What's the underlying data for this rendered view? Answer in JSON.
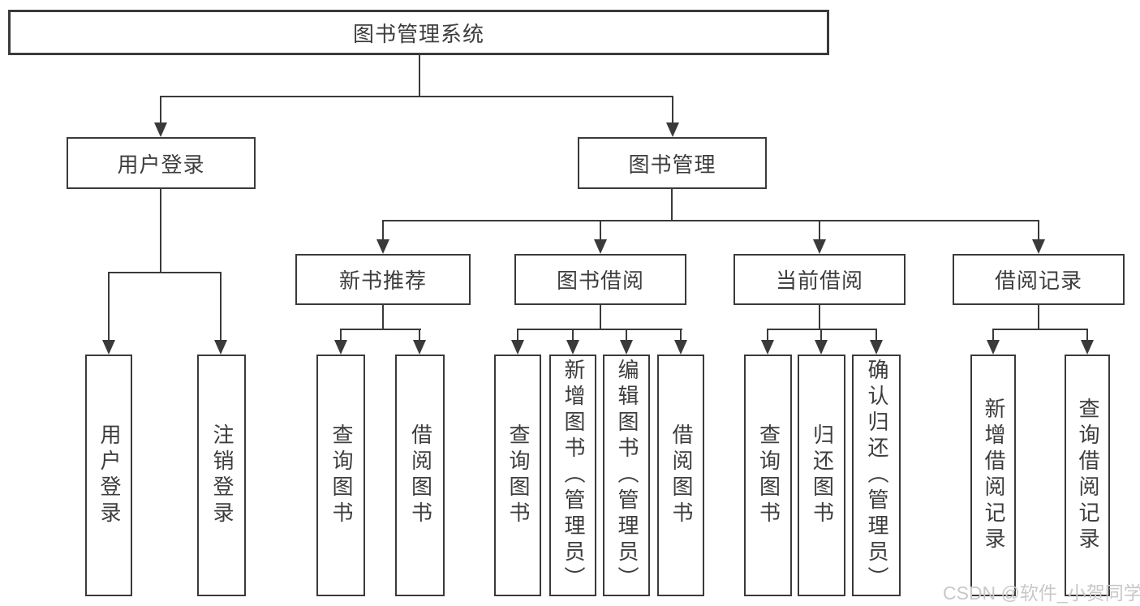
{
  "tree": {
    "root": "图书管理系统",
    "user_login": {
      "label": "用户登录",
      "children": [
        "用户登录",
        "注销登录"
      ]
    },
    "book_mgmt": {
      "label": "图书管理",
      "sections": [
        {
          "label": "新书推荐",
          "children": [
            "查询图书",
            "借阅图书"
          ]
        },
        {
          "label": "图书借阅",
          "children": [
            "查询图书",
            "新增图书（管理员）",
            "编辑图书（管理员）",
            "借阅图书"
          ]
        },
        {
          "label": "当前借阅",
          "children": [
            "查询图书",
            "归还图书",
            "确认归还（管理员）"
          ]
        },
        {
          "label": "借阅记录",
          "children": [
            "新增借阅记录",
            "查询借阅记录"
          ]
        }
      ]
    }
  },
  "watermark": "CSDN @软件_小贺同学",
  "colors": {
    "line": "#3a3a3a",
    "text": "#3d3d3d",
    "watermark": "#c8c8c8",
    "background": "#ffffff"
  }
}
